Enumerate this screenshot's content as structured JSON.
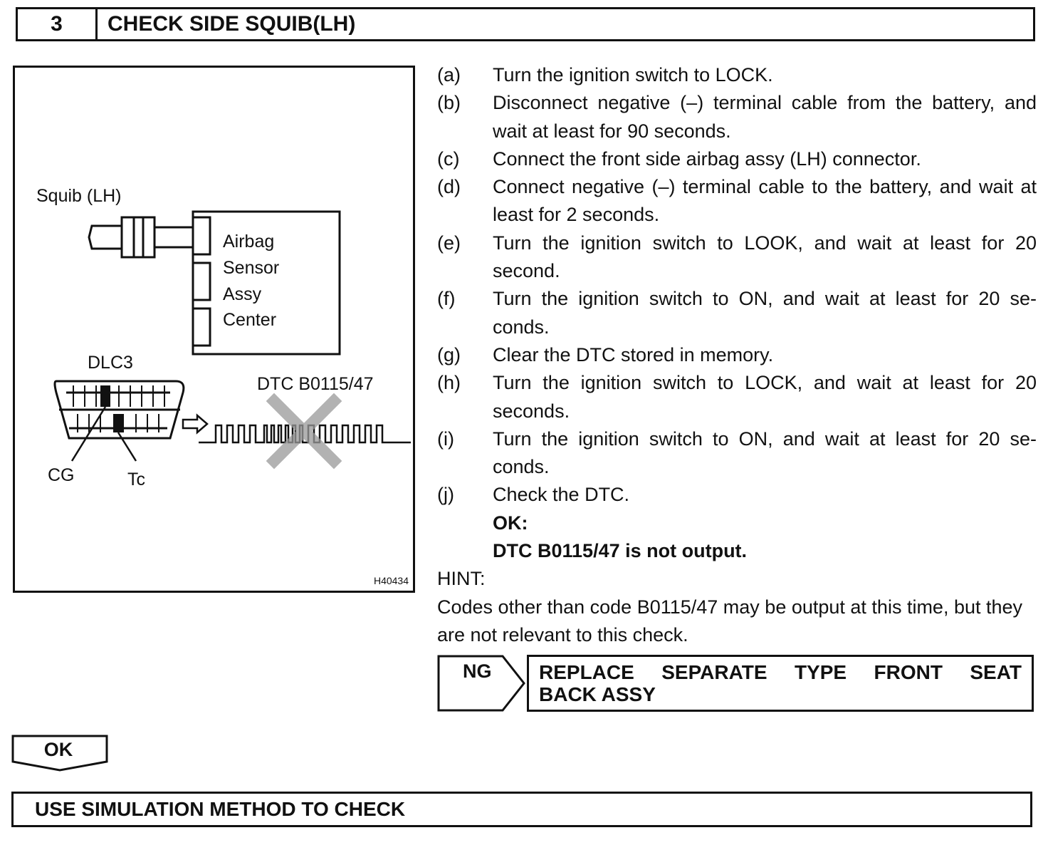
{
  "header": {
    "step_number": "3",
    "title": "CHECK SIDE SQUIB(LH)"
  },
  "figure": {
    "squib_label": "Squib (LH)",
    "ecu_lines": [
      "Airbag",
      "Sensor",
      "Assy",
      "Center"
    ],
    "dlc_label": "DLC3",
    "dtc_label": "DTC B0115/47",
    "cg_label": "CG",
    "tc_label": "Tc",
    "figure_id": "H40434"
  },
  "steps": [
    {
      "key": "(a)",
      "text": "Turn the ignition switch to LOCK."
    },
    {
      "key": "(b)",
      "text": "Disconnect negative (–) terminal cable from the battery, and wait at least for 90 seconds."
    },
    {
      "key": "(c)",
      "text": "Connect the front side airbag assy (LH) connector."
    },
    {
      "key": "(d)",
      "text": "Connect negative (–) terminal cable to the battery, and wait at least for 2 seconds."
    },
    {
      "key": "(e)",
      "text": "Turn the ignition switch to LOOK, and wait at least for 20 second."
    },
    {
      "key": "(f)",
      "text": "Turn the ignition switch to ON, and wait at least for 20 se- conds."
    },
    {
      "key": "(g)",
      "text": "Clear the DTC stored in memory."
    },
    {
      "key": "(h)",
      "text": "Turn the ignition switch to LOCK, and wait at least for 20 seconds."
    },
    {
      "key": "(i)",
      "text": "Turn the ignition switch to ON, and wait at least for 20 se- conds."
    },
    {
      "key": "(j)",
      "text": "Check the DTC."
    }
  ],
  "ok_heading": "OK:",
  "ok_text": "DTC B0115/47 is not output.",
  "hint_label": "HINT:",
  "hint_text": "Codes other than code B0115/47 may be output at this time, but they are not relevant to this check.",
  "ng": {
    "label": "NG",
    "action_line1": [
      "REPLACE",
      "SEPARATE",
      "TYPE",
      "FRONT",
      "SEAT"
    ],
    "action_line2": "BACK ASSY"
  },
  "ok_button": "OK",
  "footer": "USE SIMULATION METHOD TO CHECK"
}
